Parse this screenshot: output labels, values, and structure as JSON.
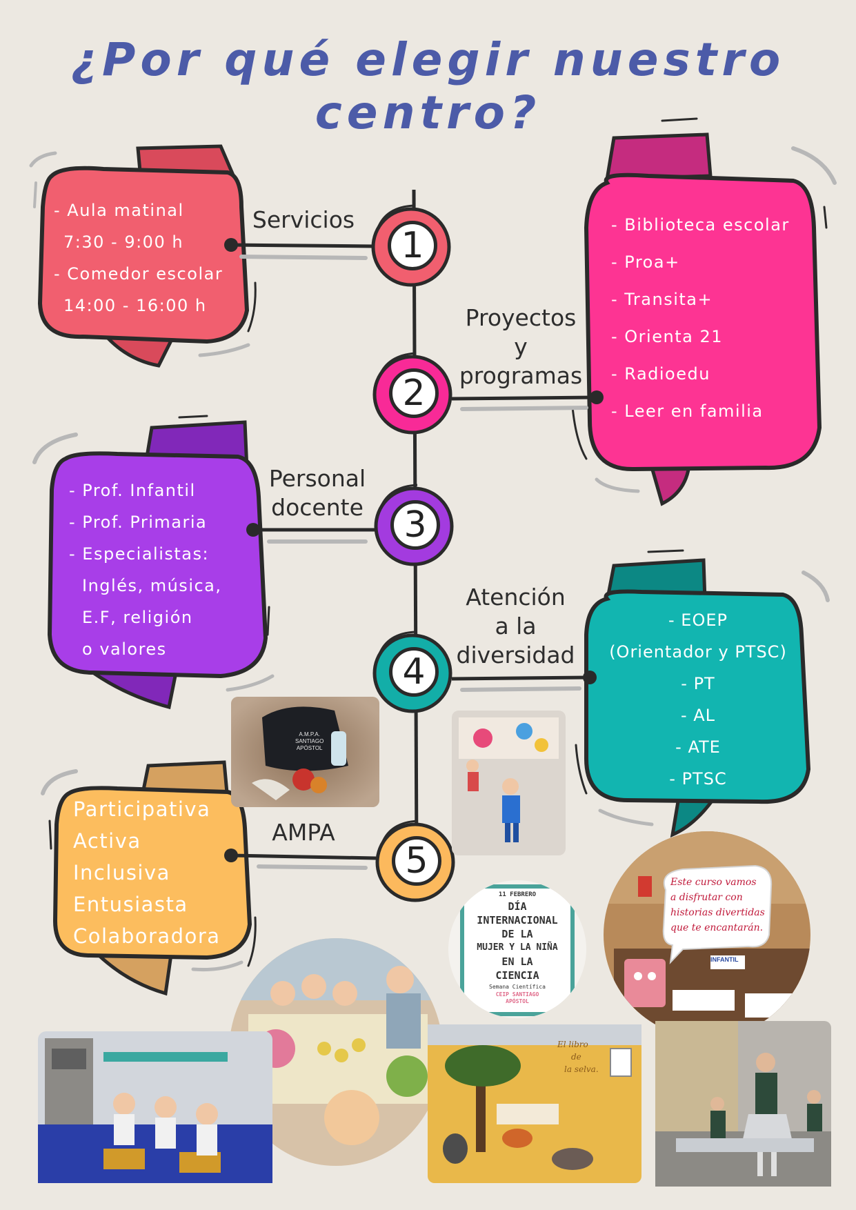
{
  "title": "¿Por qué elegir nuestro centro?",
  "timeline": [
    {
      "number": "1",
      "label": "Servicios",
      "color": "#f15f6f"
    },
    {
      "number": "2",
      "label": "Proyectos y programas",
      "color": "#f82a97"
    },
    {
      "number": "3",
      "label": "Personal docente",
      "color": "#a33bdf"
    },
    {
      "number": "4",
      "label": "Atención a la diversidad",
      "color": "#13aea8"
    },
    {
      "number": "5",
      "label": "AMPA",
      "color": "#fcb95d"
    }
  ],
  "labels": {
    "servicios": "Servicios",
    "proyectos_1": "Proyectos",
    "proyectos_2": "y",
    "proyectos_3": "programas",
    "personal_1": "Personal",
    "personal_2": "docente",
    "atencion_1": "Atención",
    "atencion_2": "a la",
    "atencion_3": "diversidad",
    "ampa": "AMPA"
  },
  "servicios": {
    "color": "#f15f6f",
    "lines": [
      "- Aula matinal",
      "7:30 - 9:00 h",
      "- Comedor escolar",
      "14:00 - 16:00 h"
    ]
  },
  "proyectos": {
    "color": "#fd3493",
    "lines": [
      "- Biblioteca escolar",
      "- Proa+",
      "- Transita+",
      "- Orienta 21",
      "- Radioedu",
      "- Leer en familia"
    ]
  },
  "personal": {
    "color": "#a83ee8",
    "lines": [
      "- Prof. Infantil",
      "- Prof. Primaria",
      "- Especialistas:",
      "Inglés, música,",
      "E.F, religión",
      "o valores"
    ]
  },
  "atencion": {
    "color": "#12b5b0",
    "lines": [
      "- EOEP",
      "(Orientador y PTSC)",
      "- PT",
      "- AL",
      "- ATE",
      "- PTSC"
    ]
  },
  "ampa": {
    "color": "#fcbd5e",
    "lines": [
      "Participativa",
      "Activa",
      "Inclusiva",
      "Entusiasta",
      "Colaboradora"
    ]
  },
  "photos": {
    "poster": [
      "11 FEBRERO",
      "DÍA",
      "INTERNACIONAL",
      "DE LA",
      "MUJER Y LA NIÑA",
      "EN LA",
      "CIENCIA",
      "Semana Científica",
      "CEIP SANTIAGO",
      "APÓSTOL"
    ],
    "note": [
      "Este curso vamos",
      "a disfrutar con",
      "historias divertidas",
      "que te encantarán."
    ],
    "note_tag": "INFANTIL",
    "mural": [
      "El libro",
      "de",
      "la selva."
    ],
    "bag": [
      "A.M.P.A.",
      "SANTIAGO",
      "APÓSTOL"
    ]
  }
}
